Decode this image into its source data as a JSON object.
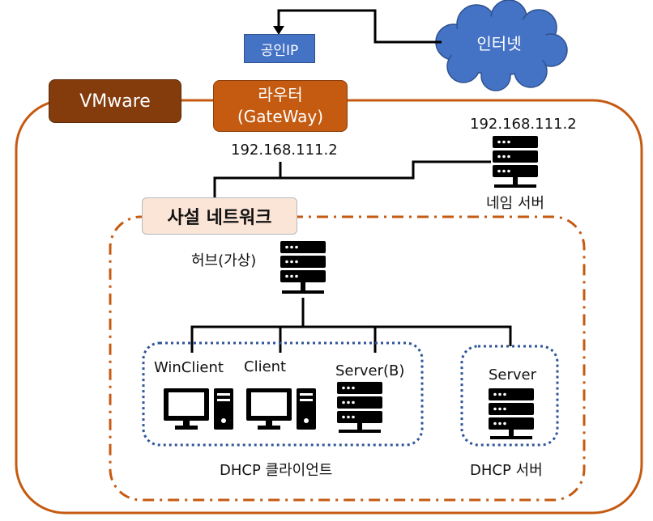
{
  "cloud": {
    "label": "인터넷"
  },
  "public_ip": {
    "label": "공인IP"
  },
  "router": {
    "line1": "라우터",
    "line2": "(GateWay)",
    "ip": "192.168.111.2"
  },
  "vmware": {
    "label": "VMware"
  },
  "name_server": {
    "ip": "192.168.111.2",
    "label": "네임 서버"
  },
  "private_network": {
    "label": "사설 네트워크"
  },
  "hub": {
    "label": "허브(가상)"
  },
  "dhcp_clients": {
    "group_label": "DHCP 클라이언트",
    "items": [
      {
        "label": "WinClient"
      },
      {
        "label": "Client"
      },
      {
        "label": "Server(B)"
      }
    ]
  },
  "dhcp_server": {
    "group_label": "DHCP 서버",
    "label": "Server"
  },
  "colors": {
    "cloud": "#4472c4",
    "public_ip": "#4472c4",
    "router": "#c55a11",
    "vmware": "#843c0c",
    "outer_border": "#c55a11",
    "private_fill": "#fbe5d6",
    "group_border": "#2f5597"
  }
}
